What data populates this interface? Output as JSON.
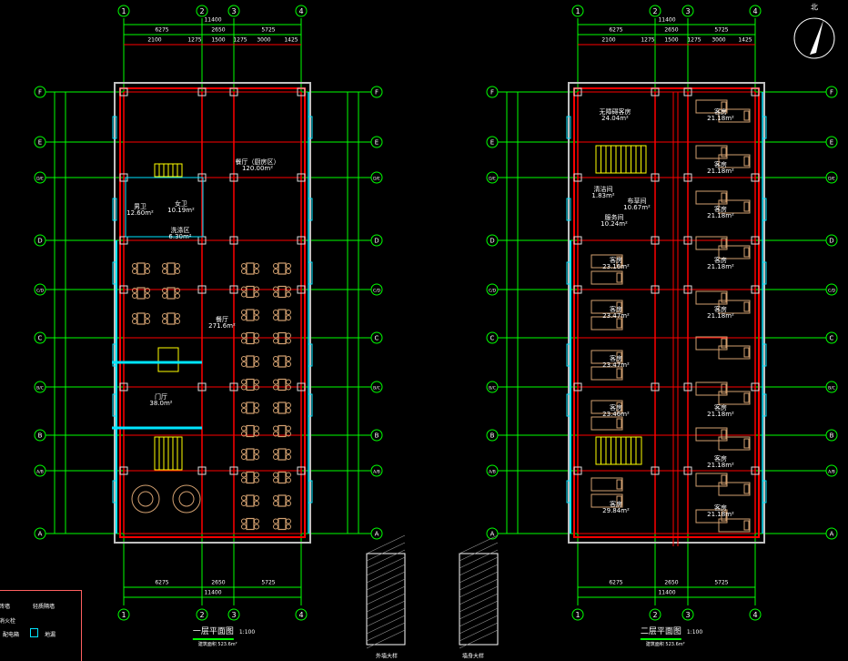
{
  "colors": {
    "axis": "#00ff00",
    "wall": "#ff0000",
    "outer_wall": "#c0c0c0",
    "window": "#00e5ff",
    "furniture": "#d2a070",
    "stair": "#ffff00",
    "background": "#000000"
  },
  "north_label": "北",
  "plans": [
    {
      "title": "一层平面图",
      "scale": "1:100",
      "subtitle": "建筑面积 523.6m²",
      "columns": [
        "1",
        "2",
        "3",
        "4"
      ],
      "rows": [
        "F",
        "E",
        "D/E",
        "D",
        "C/D",
        "C",
        "B/C",
        "B",
        "A/B",
        "A"
      ],
      "dims_top": {
        "total": "11400",
        "parts": [
          "6275",
          "2650",
          "5725"
        ],
        "sub": [
          "2100",
          "1275",
          "1500",
          "1275",
          "3000",
          "1425"
        ]
      },
      "dims_bottom": {
        "total": "11400",
        "parts": [
          "6275",
          "2650",
          "5725"
        ]
      },
      "rooms": [
        {
          "name": "餐厅（厨房区）",
          "area": "120.00m²"
        },
        {
          "name": "男卫",
          "area": "12.60m²"
        },
        {
          "name": "女卫",
          "area": "10.19m²"
        },
        {
          "name": "洗涤区",
          "area": "6.30m²"
        },
        {
          "name": "餐厅",
          "area": "271.6m²"
        },
        {
          "name": "门厅",
          "area": "38.0m²"
        }
      ]
    },
    {
      "title": "二层平面图",
      "scale": "1:100",
      "subtitle": "建筑面积 523.6m²",
      "columns": [
        "1",
        "2",
        "3",
        "4"
      ],
      "rows": [
        "F",
        "E",
        "D/E",
        "D",
        "C/D",
        "C",
        "B/C",
        "B",
        "A/B",
        "A"
      ],
      "dims_top": {
        "total": "11400",
        "parts": [
          "6275",
          "2650",
          "5725"
        ],
        "sub": [
          "2100",
          "1275",
          "1500",
          "1275",
          "3000",
          "1425"
        ]
      },
      "dims_bottom": {
        "total": "11400",
        "parts": [
          "6275",
          "2650",
          "5725"
        ]
      },
      "rooms": [
        {
          "name": "无障碍客房",
          "area": "24.04m²"
        },
        {
          "name": "客房",
          "area": "21.18m²"
        },
        {
          "name": "客房",
          "area": "21.18m²"
        },
        {
          "name": "客房",
          "area": "21.18m²"
        },
        {
          "name": "清洁间",
          "area": "1.83m²"
        },
        {
          "name": "服务间",
          "area": "10.24m²"
        },
        {
          "name": "布草间",
          "area": "10.67m²"
        },
        {
          "name": "客房",
          "area": "23.16m²"
        },
        {
          "name": "客房",
          "area": "23.47m²"
        },
        {
          "name": "客房",
          "area": "23.47m²"
        },
        {
          "name": "客房",
          "area": "23.46m²"
        },
        {
          "name": "客房",
          "area": "29.84m²"
        },
        {
          "name": "客房",
          "area": "21.18m²"
        },
        {
          "name": "客房",
          "area": "21.18m²"
        },
        {
          "name": "客房",
          "area": "21.18m²"
        },
        {
          "name": "客房",
          "area": "21.18m²"
        },
        {
          "name": "客房",
          "area": "21.18m²"
        }
      ]
    }
  ],
  "details": [
    {
      "title": "外墙大样"
    },
    {
      "title": "墙身大样"
    }
  ],
  "legend": {
    "items": [
      "砖墙",
      "轻质隔墙",
      "消火栓",
      "配电箱",
      "地漏"
    ]
  }
}
